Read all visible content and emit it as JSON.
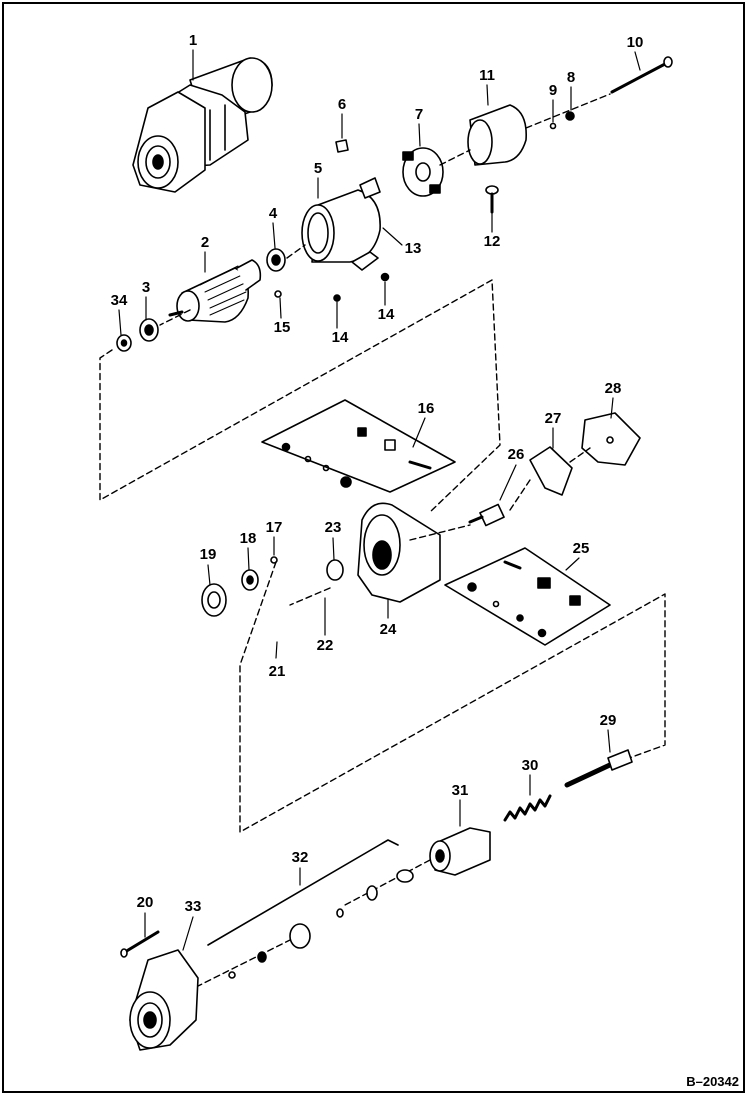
{
  "drawing_code": "B–20342",
  "parts": [
    {
      "number": "1"
    },
    {
      "number": "2"
    },
    {
      "number": "3"
    },
    {
      "number": "4"
    },
    {
      "number": "5"
    },
    {
      "number": "6"
    },
    {
      "number": "7"
    },
    {
      "number": "8"
    },
    {
      "number": "9"
    },
    {
      "number": "10"
    },
    {
      "number": "11"
    },
    {
      "number": "12"
    },
    {
      "number": "13"
    },
    {
      "number": "14"
    },
    {
      "number": "14"
    },
    {
      "number": "15"
    },
    {
      "number": "16"
    },
    {
      "number": "17"
    },
    {
      "number": "18"
    },
    {
      "number": "19"
    },
    {
      "number": "20"
    },
    {
      "number": "21"
    },
    {
      "number": "22"
    },
    {
      "number": "23"
    },
    {
      "number": "24"
    },
    {
      "number": "25"
    },
    {
      "number": "26"
    },
    {
      "number": "27"
    },
    {
      "number": "28"
    },
    {
      "number": "29"
    },
    {
      "number": "30"
    },
    {
      "number": "31"
    },
    {
      "number": "32"
    },
    {
      "number": "33"
    },
    {
      "number": "34"
    }
  ]
}
